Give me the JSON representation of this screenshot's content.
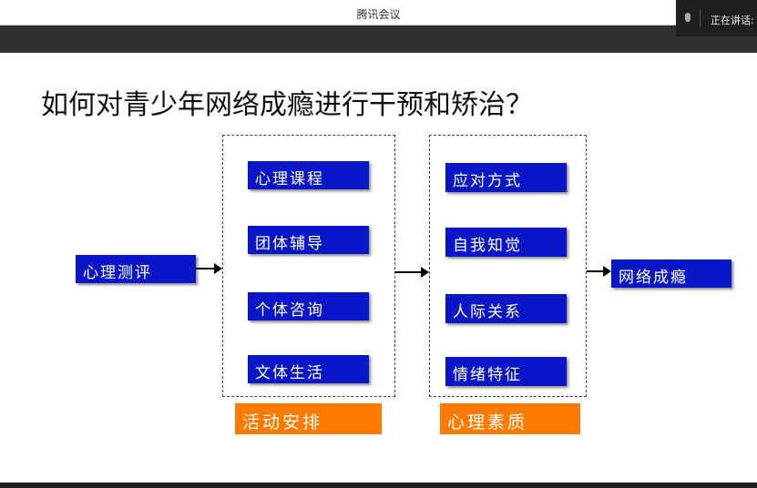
{
  "window": {
    "title": "腾讯会议",
    "speaking_label": "正在讲话:"
  },
  "slide": {
    "title": "如何对青少年网络成瘾进行干预和矫治？",
    "input": "心理测评",
    "activities": [
      "心理课程",
      "团体辅导",
      "个体咨询",
      "文体生活"
    ],
    "activities_label": "活动安排",
    "qualities": [
      "应对方式",
      "自我知觉",
      "人际关系",
      "情绪特征"
    ],
    "qualities_label": "心理素质",
    "output": "网络成瘾"
  }
}
